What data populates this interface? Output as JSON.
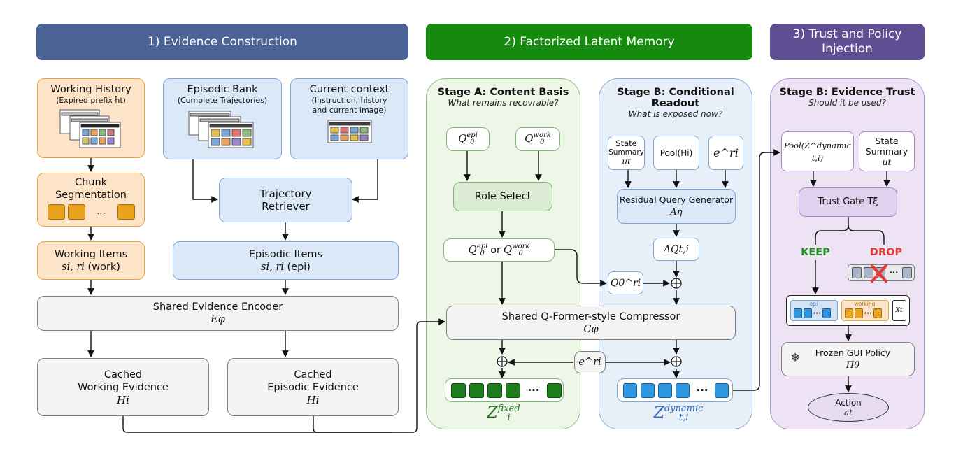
{
  "headers": {
    "evidence": "1) Evidence Construction",
    "memory": "2) Factorized Latent Memory",
    "trust_line1": "3) Trust and Policy",
    "trust_line2": "Injection"
  },
  "colors": {
    "header_evidence": "#4a6294",
    "header_memory": "#158a0f",
    "header_trust": "#5f4f92",
    "panel_green": "#eef6e8",
    "panel_blue": "#e7eff9",
    "panel_purple": "#eee3f4",
    "keep": "#1c8f1c",
    "drop": "#e53935"
  },
  "evidence": {
    "working_history": {
      "title": "Working History",
      "sub": "(Expired prefix h̄t)"
    },
    "episodic_bank": {
      "title": "Episodic Bank",
      "sub": "(Complete Trajectories)"
    },
    "current_context": {
      "title": "Current context",
      "sub1": "(Instruction, history",
      "sub2": "and current image)"
    },
    "chunk": {
      "line1": "Chunk",
      "line2": "Segmentation",
      "dots": "..."
    },
    "retriever": {
      "line1": "Trajectory",
      "line2": "Retriever"
    },
    "working_items": {
      "title": "Working Items",
      "sub_math": "si, ri",
      "sub_text": "(work)"
    },
    "episodic_items": {
      "title": "Episodic Items",
      "sub_math": "si, ri",
      "sub_text": "(epi)"
    },
    "encoder": {
      "title": "Shared Evidence Encoder",
      "symbol": "Eφ"
    },
    "cached_working": {
      "line1": "Cached",
      "line2": "Working Evidence",
      "symbol": "Hi"
    },
    "cached_episodic": {
      "line1": "Cached",
      "line2": "Episodic Evidence",
      "symbol": "Hi"
    }
  },
  "memory": {
    "stage_a": {
      "title": "Stage A: Content Basis",
      "question": "What remains recovrable?"
    },
    "stage_b": {
      "title_line1": "Stage B: Conditional",
      "title_line2": "Readout",
      "question": "What is exposed now?"
    },
    "q_epi": {
      "base": "Q",
      "sub": "0",
      "sup": "epi"
    },
    "q_work": {
      "base": "Q",
      "sub": "0",
      "sup": "work"
    },
    "role_select": "Role Select",
    "or_label": "or",
    "state_summary": {
      "line1": "State",
      "line2": "Summary",
      "symbol": "ut"
    },
    "pool_h": "Pool(Hi)",
    "e_ri": "e^ri",
    "rqg": {
      "title": "Residual Query Generator",
      "symbol": "Aη"
    },
    "delta_q": "ΔQt,i",
    "q0_ri": "Q0^ri",
    "compressor": {
      "title": "Shared Q-Former-style Compressor",
      "symbol": "Cφ"
    },
    "z_fixed": {
      "base": "Z",
      "sub": "i",
      "sup": "fixed"
    },
    "z_dynamic": {
      "base": "Z",
      "sub": "t,i",
      "sup": "dynamic"
    },
    "dots": "···",
    "plus": "⊕"
  },
  "trust": {
    "stage": {
      "title": "Stage B: Evidence Trust",
      "question": "Should it be used?"
    },
    "pool_z": "Pool(Z^dynamic t,i)",
    "state_summary": {
      "line1": "State",
      "line2": "Summary",
      "symbol": "ut"
    },
    "trust_gate": "Trust Gate Tξ",
    "keep": "KEEP",
    "drop": "DROP",
    "epi_label": "epi",
    "working_label": "working",
    "x_label": "Xt",
    "frozen_policy": {
      "title": "Frozen GUI Policy",
      "symbol": "Πθ"
    },
    "snowflake": "❄",
    "action": {
      "title": "Action",
      "symbol": "at"
    }
  }
}
